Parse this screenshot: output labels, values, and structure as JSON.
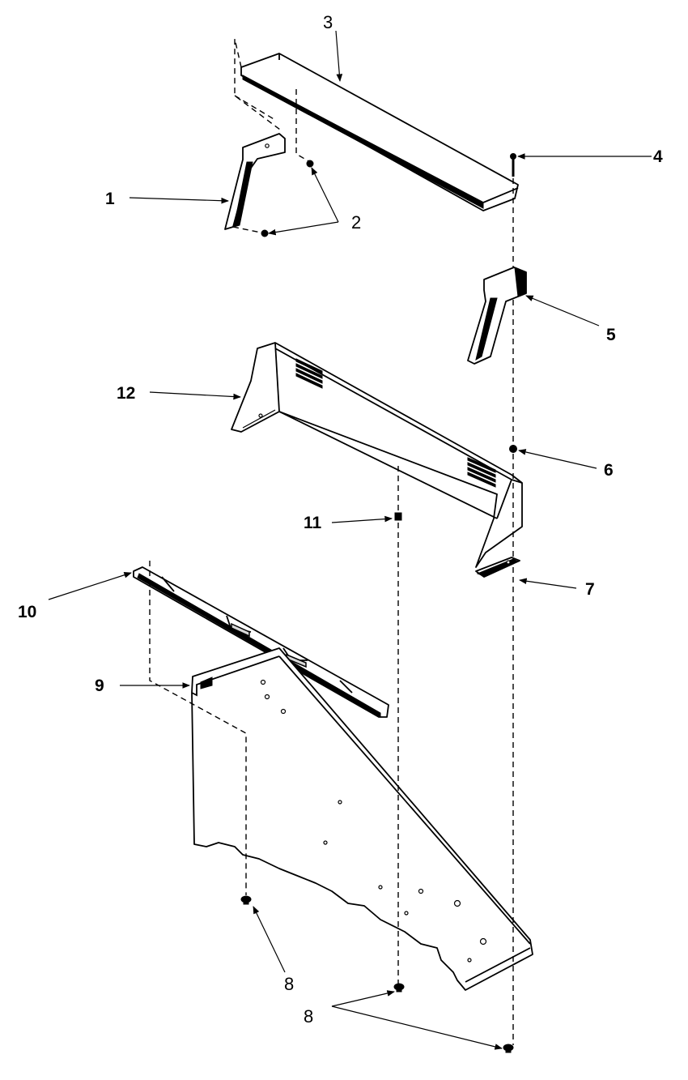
{
  "callouts": {
    "c1": "1",
    "c2": "2",
    "c3": "3",
    "c4": "4",
    "c5": "5",
    "c6": "6",
    "c7": "7",
    "c8a": "8",
    "c8b": "8",
    "c9": "9",
    "c10": "10",
    "c11": "11",
    "c12": "12"
  }
}
